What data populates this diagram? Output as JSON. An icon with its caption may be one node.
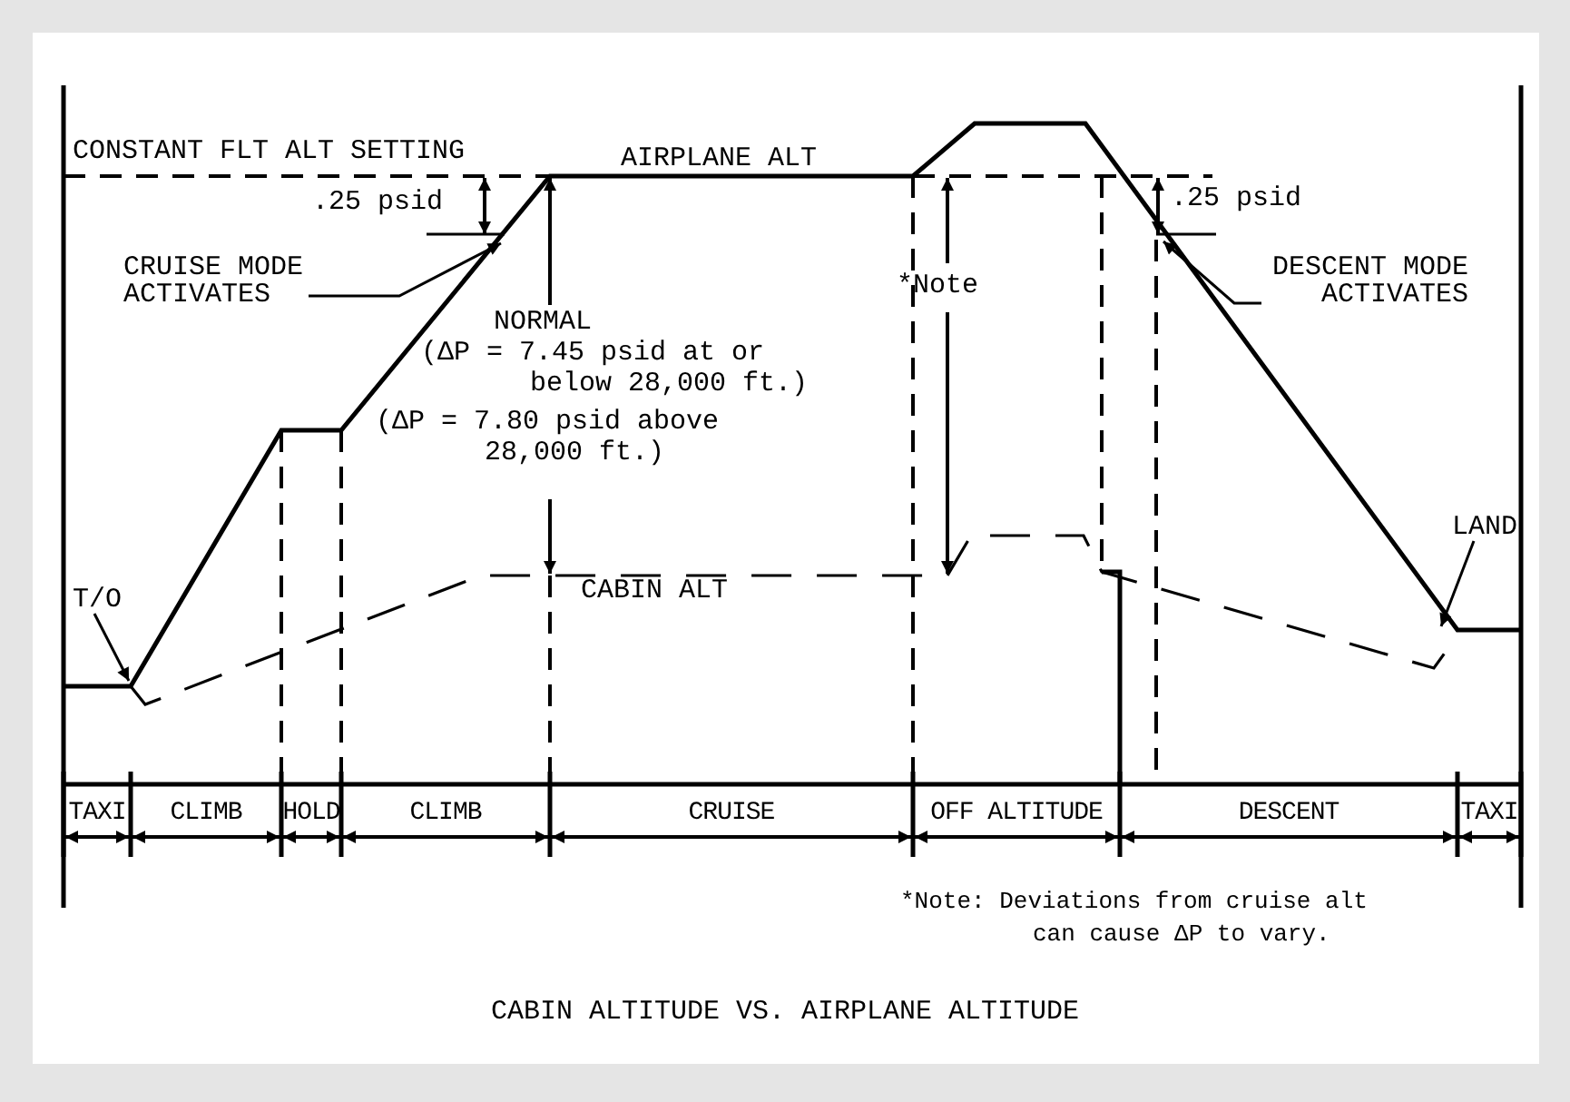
{
  "diagram": {
    "caption": "CABIN ALTITUDE VS. AIRPLANE ALTITUDE",
    "nodes": [
      {
        "text": [
          "T/O"
        ]
      },
      {
        "text": [
          "CRUISE MODE ACTIVATES"
        ]
      },
      {
        "text": [
          "DESCENT MODE ACTIVATES"
        ]
      },
      {
        "text": [
          "LAND"
        ]
      }
    ],
    "edges": [
      {
        "from": 0,
        "to": null,
        "arrow": "to"
      },
      {
        "from": 1,
        "to": null,
        "arrow": "to"
      },
      {
        "from": 2,
        "to": null,
        "arrow": "to"
      },
      {
        "from": 3,
        "to": null,
        "arrow": "to"
      }
    ],
    "labels": [
      "CONSTANT FLT ALT SETTING",
      ".25 psid",
      "AIRPLANE ALT",
      "*Note",
      ".25 psid",
      "NORMAL",
      "(ΔP = 7.45 psid at or below 28,000 ft.)",
      "(ΔP = 7.80 psid above 28,000 ft.)",
      "CABIN ALT",
      "TAXI",
      "CLIMB",
      "HOLD",
      "CLIMB",
      "CRUISE",
      "OFF ALTITUDE",
      "DESCENT",
      "TAXI",
      "*Note: Deviations from cruise alt can cause ΔP to vary."
    ]
  }
}
